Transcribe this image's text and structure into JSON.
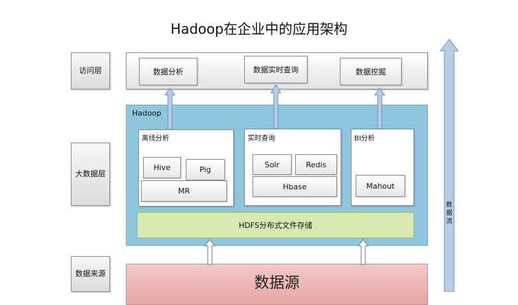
{
  "title": "Hadoop在企业中的应用架构",
  "layers": {
    "access": "访问层",
    "bigdata": "大数据层",
    "source": "数据来源"
  },
  "access_items": [
    "数据分析",
    "数据实时查询",
    "数据挖掘"
  ],
  "hadoop": {
    "label": "Hadoop",
    "offline": {
      "title": "离线分析",
      "hive": "Hive",
      "pig": "Pig",
      "mr": "MR"
    },
    "realtime": {
      "title": "实时查询",
      "solr": "Solr",
      "redis": "Redis",
      "hbase": "Hbase"
    },
    "bi": {
      "title": "BI分析",
      "mahout": "Mahout"
    },
    "hdfs": "HDFS分布式文件存储"
  },
  "datasource": "数据源",
  "vertical_arrow_label": "数据流",
  "colors": {
    "hadoop_panel": "#8ec6dd",
    "hdfs": "#d7e9b1",
    "datasource": "#eab6b6",
    "arrow": "#6d8fc4"
  }
}
